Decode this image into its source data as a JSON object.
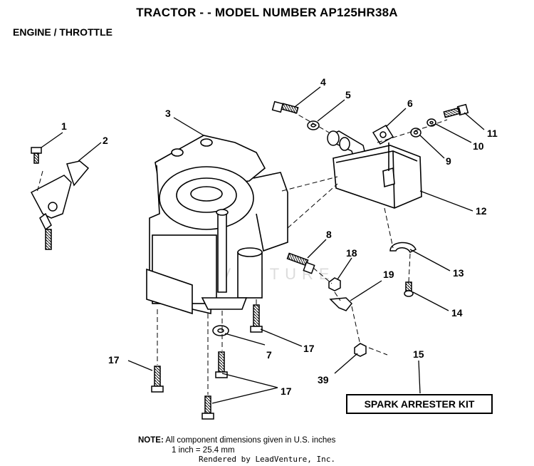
{
  "header": {
    "title": "TRACTOR - - MODEL NUMBER AP125HR38A",
    "section": "ENGINE / THROTTLE"
  },
  "callouts": {
    "c1": "1",
    "c2": "2",
    "c3": "3",
    "c4": "4",
    "c5": "5",
    "c6": "6",
    "c7": "7",
    "c8": "8",
    "c9": "9",
    "c10": "10",
    "c11": "11",
    "c12": "12",
    "c13": "13",
    "c14": "14",
    "c15": "15",
    "c17a": "17",
    "c17b": "17",
    "c17c": "17",
    "c18": "18",
    "c19": "19",
    "c39": "39"
  },
  "kit_label": "SPARK ARRESTER KIT",
  "note": {
    "label": "NOTE:",
    "line1": "All component dimensions given in U.S. inches",
    "line2": "1 inch = 25.4 mm"
  },
  "watermark": "LEADVENTURE",
  "footer": "Rendered by LeadVenture, Inc."
}
